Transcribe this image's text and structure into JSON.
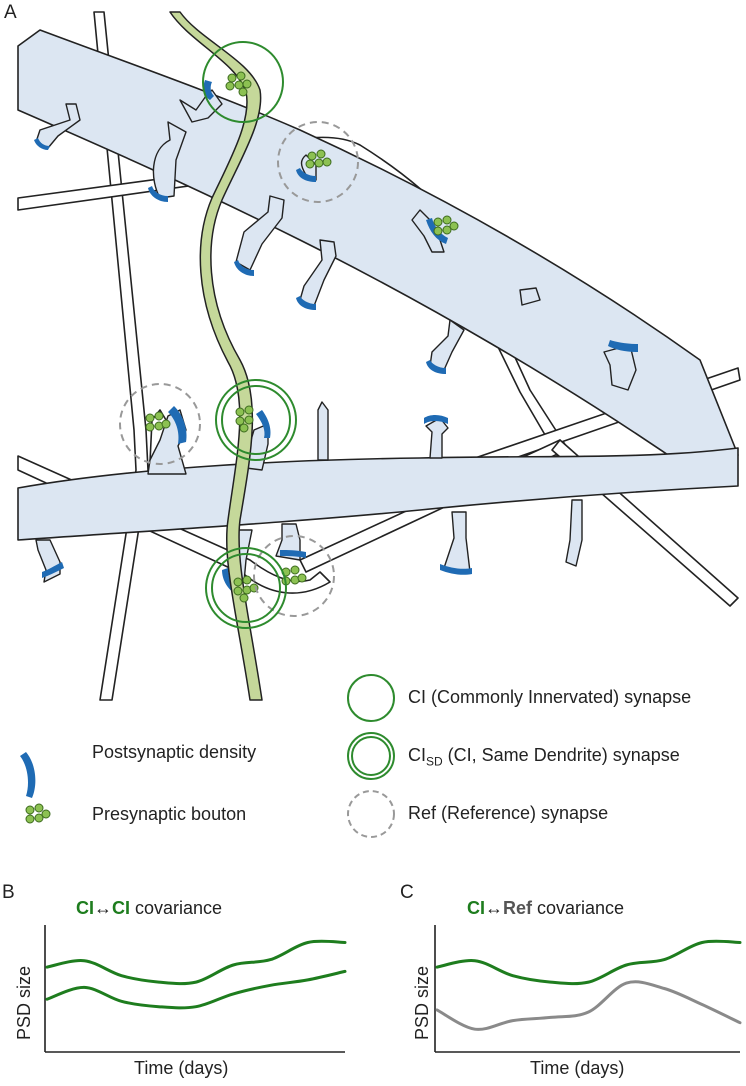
{
  "panels": {
    "a": {
      "letter": "A"
    },
    "b": {
      "letter": "B"
    },
    "c": {
      "letter": "C"
    }
  },
  "legend": {
    "psd": "Postsynaptic density",
    "bouton": "Presynaptic bouton",
    "ci": "CI (Commonly Innervated) synapse",
    "cisd_main": "CI",
    "cisd_sub": "SD",
    "cisd_rest": " (CI, Same Dendrite) synapse",
    "ref": "Ref (Reference) synapse"
  },
  "colors": {
    "dendrite": "#dce6f2",
    "psd": "#1f6bb4",
    "bouton": "#8cc152",
    "axon_green": "#c5d89a",
    "ci_ring": "#2e8b2e",
    "ref_ring": "#999999",
    "line_green": "#1e7d1e",
    "line_gray": "#8a8a8a"
  },
  "chart_data": [
    {
      "type": "line",
      "title_parts": [
        "CI",
        "↔",
        "CI",
        " covariance"
      ],
      "xlabel": "Time (days)",
      "ylabel": "PSD size",
      "series": [
        {
          "values": [
            0.7,
            0.76,
            0.62,
            0.56,
            0.56,
            0.72,
            0.77,
            0.93,
            0.93
          ]
        },
        {
          "values": [
            0.4,
            0.51,
            0.38,
            0.33,
            0.33,
            0.45,
            0.53,
            0.58,
            0.66
          ]
        }
      ]
    },
    {
      "type": "line",
      "title_parts": [
        "CI",
        "↔",
        "Ref",
        " covariance"
      ],
      "xlabel": "Time (days)",
      "ylabel": "PSD size",
      "series": [
        {
          "values": [
            0.7,
            0.76,
            0.62,
            0.56,
            0.56,
            0.72,
            0.77,
            0.93,
            0.93
          ]
        },
        {
          "values": [
            0.3,
            0.12,
            0.2,
            0.23,
            0.28,
            0.55,
            0.5,
            0.35,
            0.18
          ]
        }
      ]
    }
  ]
}
